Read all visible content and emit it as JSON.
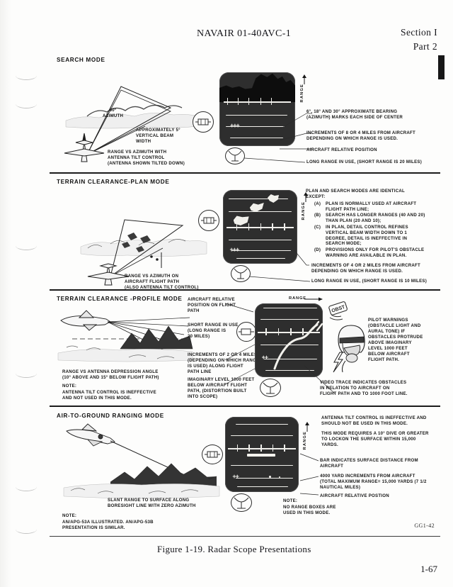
{
  "header": {
    "title": "NAVAIR 01-40AVC-1",
    "section": "Section I",
    "part": "Part 2"
  },
  "footer": {
    "figure_caption": "Figure 1-19.   Radar Scope Presentations",
    "page_number": "1-67",
    "drawing_number": "GG1-42"
  },
  "sections": [
    {
      "id": "search",
      "title": "SEARCH MODE",
      "diagram_labels": {
        "azimuth": "60°\nAZIMUTH",
        "beam_width": "APPROXIMATELY 5°\nVERTICAL BEAM\nWIDTH",
        "caption": "RANGE VS AZIMUTH WITH\nANTENNA TILT CONTROL\n(ANTENNA SHOWN TILTED DOWN)"
      },
      "scope_axis_label": "RANGE",
      "callouts": [
        "6°, 18° AND 30° APPROXIMATE BEARING\n(AZIMUTH) MARKS EACH SIDE OF CENTER",
        "INCREMENTS OF 8 OR 4 MILES FROM AIRCRAFT\nDEPENDING ON WHICH RANGE IS USED.",
        "AIRCRAFT RELATIVE POSITION",
        "LONG RANGE IN USE, (SHORT RANGE IS 20 MILES)"
      ]
    },
    {
      "id": "plan",
      "title": "TERRAIN CLEARANCE-PLAN MODE",
      "diagram_labels": {
        "caption": "RANGE VS AZIMUTH ON\nAIRCRAFT FLIGHT PATH\n(ALSO ANTENNA TILT CONTROL)"
      },
      "scope_axis_label": "RANGE",
      "intro": "PLAN AND SEARCH MODES ARE IDENTICAL\nEXCEPT:",
      "list": [
        {
          "marker": "(A)",
          "text": "PLAN IS NORMALLY USED AT AIRCRAFT\nFLIGHT PATH LINE;"
        },
        {
          "marker": "(B)",
          "text": "SEARCH HAS LONGER RANGES (40 AND 20)\nTHAN PLAN (20 AND 10);"
        },
        {
          "marker": "(C)",
          "text": "IN PLAN, DETAIL CONTROL REFINES\nVERTICAL BEAM WIDTH DOWN TO 1\nDEGREE,  DETAIL IS INEFFECTIVE IN\nSEARCH MODE;"
        },
        {
          "marker": "(D)",
          "text": "PROVISIONS ONLY FOR PILOT'S OBSTACLE\nWARNING ARE AVAILABLE IN PLAN."
        }
      ],
      "callouts": [
        "INCREMENTS OF 4 OR 2 MILES FROM AIRCRAFT\nDEPENDING ON WHICH RANGE IS USED.",
        "LONG RANGE IN USE,  (SHORT RANGE IS 10 MILES)"
      ]
    },
    {
      "id": "profile",
      "title": "TERRAIN CLEARANCE -PROFILE MODE",
      "diagram_labels": {
        "caption": "RANGE VS ANTENNA DEPRESSION ANGLE\n(10° ABOVE AND 15° BELOW FLIGHT PATH)",
        "note_label": "NOTE:",
        "note": "ANTENNA TILT CONTROL IS INEFFECTIVE\nAND NOT USED IN THIS MODE."
      },
      "scope_axis_label": "RANGE",
      "obstacle_light_label": "OBST",
      "callouts": [
        "AIRCRAFT RELATIVE\nPOSITION ON FLIGHT\nPATH",
        "SHORT RANGE IN USE\n(LONG RANGE IS\n20 MILES)",
        "INCREMENTS OF 2 OR 4 MILES\n(DEPENDING ON WHICH RANGE\nIS USED) ALONG FLIGHT\nPATH LINE",
        "IMAGINARY LEVEL 1000 FEET\nBELOW AIRCRAFT FLIGHT\nPATH, (DISTORTION BUILT\nINTO SCOPE)",
        "PILOT WARNINGS\n(OBSTACLE LIGHT AND\nAURAL TONE) IF\nOBSTACLES PROTRUDE\nABOVE IMAGINARY\nLEVEL 1000 FEET\nBELOW AIRCRAFT\nFLIGHT PATH.",
        "VIDEO TRACE INDICATES OBSTACLES\nIN RELATION TO AIRCRAFT ON\nFLIGHT PATH AND TO 1000 FOOT LINE."
      ]
    },
    {
      "id": "air-to-ground",
      "title": "AIR-TO-GROUND RANGING MODE",
      "diagram_labels": {
        "caption": "SLANT RANGE TO SURFACE ALONG\nBORESIGHT LINE WITH ZERO AZIMUTH",
        "note_label": "NOTE:",
        "note": "AN/APG-53A ILLUSTRATED. AN/APG-53B\nPRESENTATION IS SIMILAR."
      },
      "scope_axis_label": "RANGE",
      "callouts": [
        "ANTENNA TILT CONTROL IS INEFFECTIVE AND\nSHOULD NOT BE USED IN THIS MODE.",
        "THIS MODE REQUIRES A 10° DIVE OR GREATER\nTO LOCKON THE SURFACE WITHIN 15,000\nYARDS.",
        "BAR INDICATES SURFACE DISTANCE FROM\nAIRCRAFT",
        "4000 YARD INCREMENTS FROM AIRCRAFT\n(TOTAL MAXIMUM RANGE= 15,000 YARDS (7 1/2\nNAUTICAL MILES)",
        "AIRCRAFT RELATIVE POSTION"
      ],
      "scope_note_label": "NOTE:",
      "scope_note": "NO RANGE BOXES ARE\nUSED IN THIS MODE."
    }
  ],
  "colors": {
    "ink": "#171717",
    "scope_background": "#2e2e2e",
    "scope_trace": "#efeeea",
    "paper": "#fdfdfc"
  }
}
